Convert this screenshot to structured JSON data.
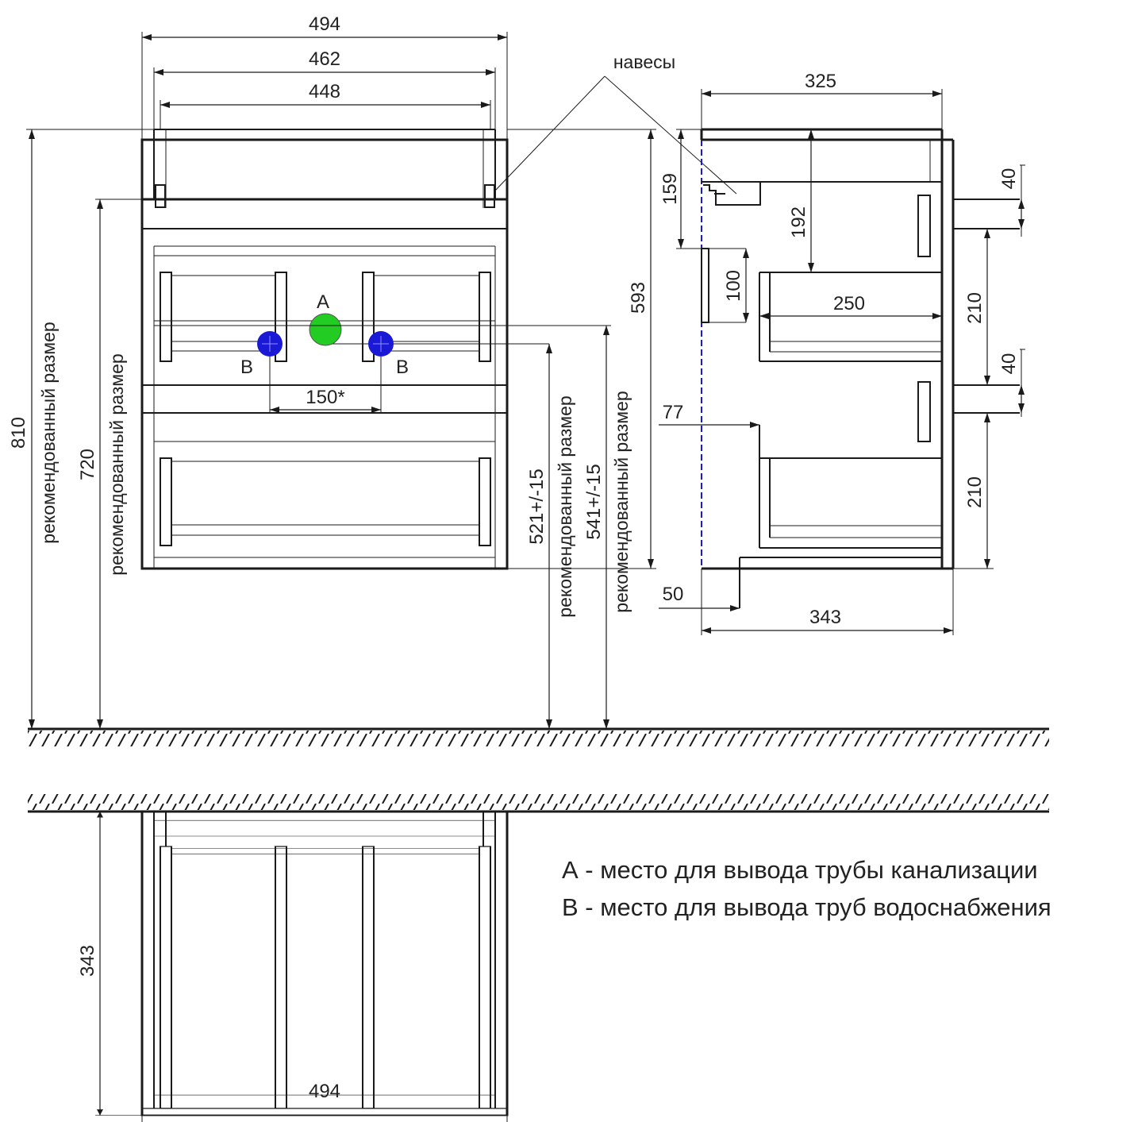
{
  "front": {
    "width_outer": "494",
    "width_mid": "462",
    "width_inner": "448",
    "hinges_label": "навесы",
    "height_total": "810",
    "height_total_note": "рекомендованный размер",
    "height_720": "720",
    "height_720_note": "рекомендованный размер",
    "height_593": "593",
    "height_521": "521+/-15",
    "height_521_note": "рекомендованный размер",
    "height_541": "541+/-15",
    "height_541_note": "рекомендованный размер",
    "pipe_spacing": "150*",
    "marker_a": "A",
    "marker_b_left": "B",
    "marker_b_right": "B"
  },
  "side": {
    "depth_top": "325",
    "d159": "159",
    "d192": "192",
    "d100": "100",
    "d250": "250",
    "d40_top": "40",
    "d210_mid": "210",
    "d40_mid": "40",
    "d210_bottom": "210",
    "d77": "77",
    "d50": "50",
    "depth_bottom": "343"
  },
  "plan": {
    "depth": "343",
    "width": "494"
  },
  "legend": {
    "a": "А - место для вывода трубы канализации",
    "b": "В - место для вывода труб водоснабжения"
  },
  "colors": {
    "drain": "#22cc22",
    "water": "#1a1ad6",
    "hinge_line": "#1a1ad6",
    "lines": "#1a1a1a"
  }
}
